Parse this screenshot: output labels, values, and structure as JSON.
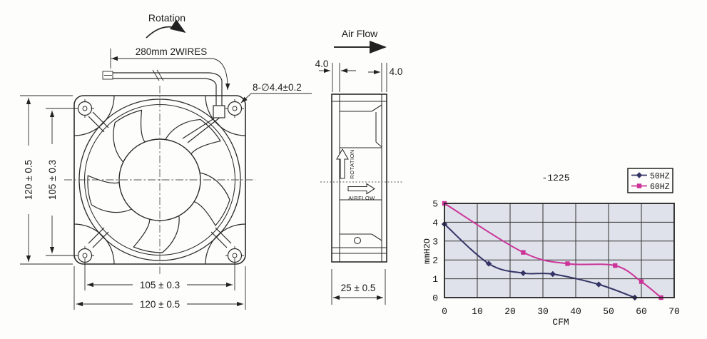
{
  "drawing": {
    "rotation_label": "Rotation",
    "wires_dim": "280mm 2WIRES",
    "holes_dim": "8-∅4.4±0.2",
    "front": {
      "height_outer": "120 ± 0.5",
      "height_inner": "105 ± 0.3",
      "width_inner": "105 ± 0.3",
      "width_outer": "120 ± 0.5"
    },
    "side": {
      "airflow_title": "Air Flow",
      "flange_left": "4.0",
      "flange_right": "4.0",
      "rotation_vertical": "ROTATION",
      "airflow_horizontal": "AIRFLOW",
      "depth_dim": "25 ± 0.5"
    }
  },
  "chart_data": {
    "type": "line",
    "title": "-1225",
    "xlabel": "CFM",
    "ylabel": "mmH2O",
    "xlim": [
      0,
      70
    ],
    "ylim": [
      0,
      5
    ],
    "x_ticks": [
      0,
      10,
      20,
      30,
      40,
      50,
      60,
      70
    ],
    "y_ticks": [
      0,
      1,
      2,
      3,
      4,
      5
    ],
    "grid": true,
    "plot_bg": "#dfe2ea",
    "legend_position": "top-right",
    "series": [
      {
        "name": "50HZ",
        "color": "#333366",
        "marker": "diamond",
        "points": [
          [
            0,
            3.9
          ],
          [
            13.5,
            1.8
          ],
          [
            24,
            1.3
          ],
          [
            33,
            1.25
          ],
          [
            47,
            0.7
          ],
          [
            58,
            0
          ]
        ]
      },
      {
        "name": "60HZ",
        "color": "#cc3399",
        "marker": "square",
        "points": [
          [
            0,
            5.0
          ],
          [
            24,
            2.4
          ],
          [
            37.5,
            1.8
          ],
          [
            52,
            1.7
          ],
          [
            60,
            0.85
          ],
          [
            66,
            0
          ]
        ]
      }
    ]
  }
}
